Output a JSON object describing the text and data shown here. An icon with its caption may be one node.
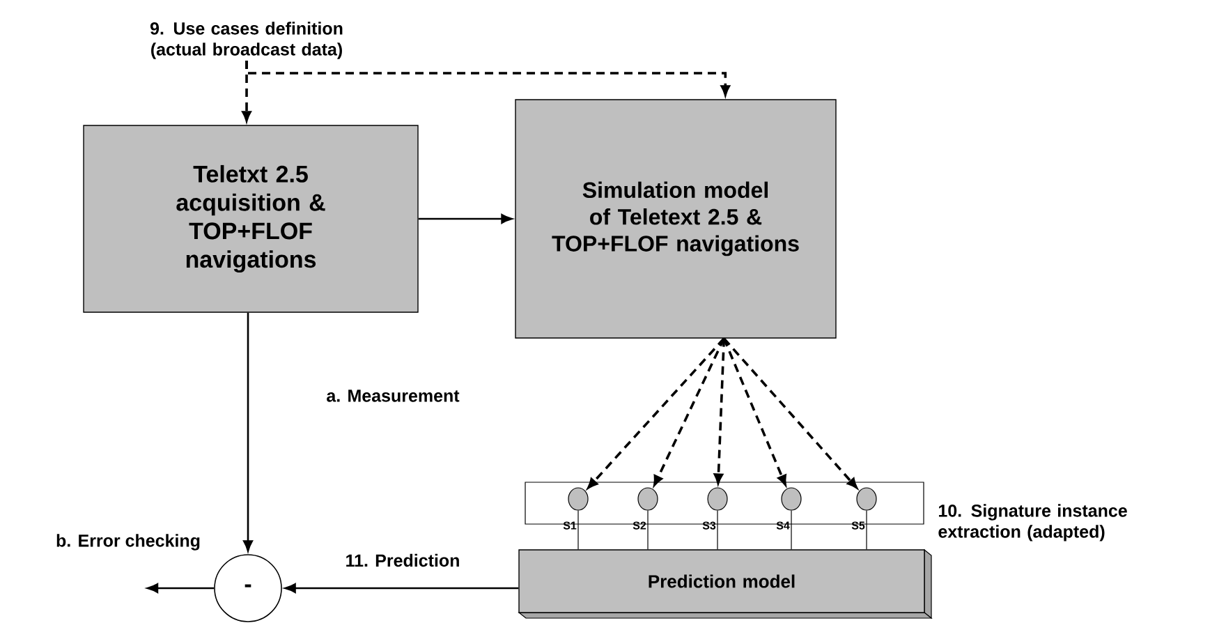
{
  "diagram": {
    "nodes": [
      {
        "text": [
          "9. Use cases definition (actual broadcast data)"
        ]
      },
      {
        "text": [
          "Teletxt 2.5 acquisition & TOP+FLOF navigations"
        ]
      },
      {
        "text": [
          "Simulation model of Teletext 2.5 & TOP+FLOF navigations"
        ]
      },
      {
        "text": [],
        "shape": "box",
        "beside": [
          "10. Signature instance extraction (adapted)"
        ]
      },
      {
        "text": [],
        "shape": "circle",
        "in": 3,
        "beside": [
          "S1"
        ]
      },
      {
        "text": [],
        "shape": "circle",
        "in": 3,
        "beside": [
          "S2"
        ]
      },
      {
        "text": [],
        "shape": "circle",
        "in": 3,
        "beside": [
          "S3"
        ]
      },
      {
        "text": [],
        "shape": "circle",
        "in": 3,
        "beside": [
          "S4"
        ]
      },
      {
        "text": [],
        "shape": "circle",
        "in": 3,
        "beside": [
          "S5"
        ]
      },
      {
        "text": [
          "Prediction model"
        ]
      },
      {
        "text": [
          "-"
        ]
      }
    ],
    "edges": [
      {
        "from": 0,
        "to": 1,
        "arrow": "to",
        "style": "dashed"
      },
      {
        "from": 0,
        "to": 2,
        "arrow": "to",
        "style": "dashed"
      },
      {
        "from": 1,
        "to": 2,
        "arrow": "to"
      },
      {
        "from": 2,
        "to": 4,
        "arrow": "to",
        "style": "dashed"
      },
      {
        "from": 2,
        "to": 5,
        "arrow": "to",
        "style": "dashed"
      },
      {
        "from": 2,
        "to": 6,
        "arrow": "to",
        "style": "dashed"
      },
      {
        "from": 2,
        "to": 7,
        "arrow": "to",
        "style": "dashed"
      },
      {
        "from": 2,
        "to": 8,
        "arrow": "to",
        "style": "dashed"
      },
      {
        "from": 4,
        "to": 9,
        "arrow": "none"
      },
      {
        "from": 5,
        "to": 9,
        "arrow": "none"
      },
      {
        "from": 6,
        "to": 9,
        "arrow": "none"
      },
      {
        "from": 7,
        "to": 9,
        "arrow": "none"
      },
      {
        "from": 8,
        "to": 9,
        "arrow": "none"
      },
      {
        "from": 1,
        "to": 10,
        "arrow": "to",
        "label": "a. Measurement"
      },
      {
        "from": 9,
        "to": 10,
        "arrow": "to",
        "label": "11. Prediction"
      },
      {
        "from": 10,
        "to": null,
        "arrow": "to",
        "label": "b. Error checking"
      }
    ]
  }
}
